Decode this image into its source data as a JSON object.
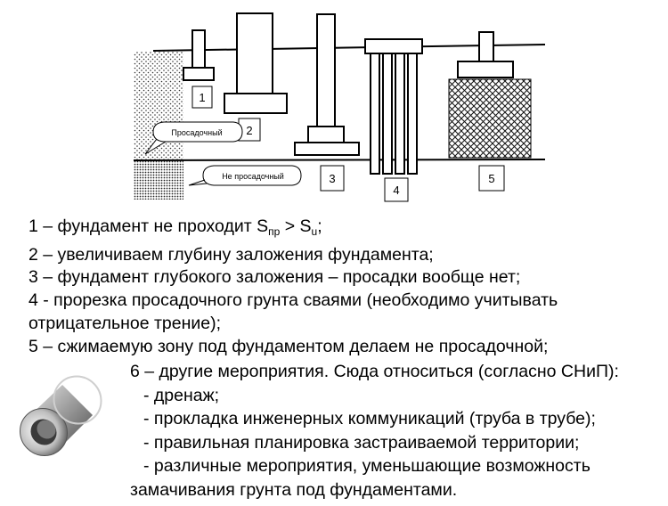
{
  "diagram": {
    "labels": {
      "subsiding_soil": "Просадочный",
      "non_subsiding_soil": "Не просадочный"
    },
    "foundation_numbers": [
      "1",
      "2",
      "3",
      "4",
      "5"
    ]
  },
  "methods": [
    {
      "prefix": "1 – фундамент не проходит  S",
      "sub1": "пр",
      "middle": " >  S",
      "sub2": "u",
      "suffix": ";"
    },
    {
      "text": "2 – увеличиваем глубину заложения фундамента;"
    },
    {
      "text": "3 – фундамент глубокого заложения – просадки вообще нет;"
    },
    {
      "text": "4 - прорезка просадочного грунта сваями (необходимо учитывать"
    },
    {
      "text": "отрицательное трение);"
    },
    {
      "text": "5 – сжимаемую зону под фундаментом делаем не просадочной;"
    }
  ],
  "other_measures": {
    "heading": "6 – другие мероприятия. Сюда относиться (согласно СНиП):",
    "items": [
      "- дренаж;",
      "- прокладка инженерных коммуникаций (труба в трубе);",
      "- правильная планировка  застраиваемой территории;",
      "- различные мероприятия, уменьшающие возможность"
    ],
    "continuation": "замачивания грунта под фундаментами."
  },
  "icons": {
    "pipe": "pipe-in-pipe-icon"
  }
}
